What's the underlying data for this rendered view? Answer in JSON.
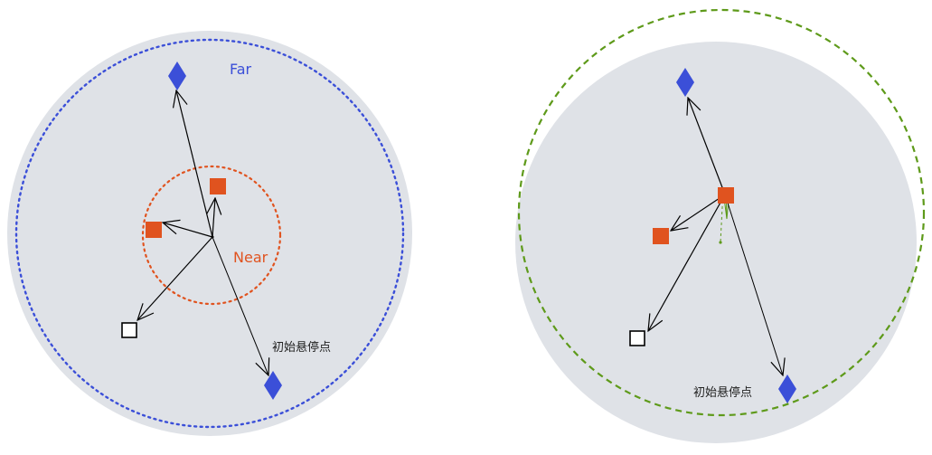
{
  "left_panel": {
    "far_label": "Far",
    "near_label": "Near",
    "start_label": "初始悬停点"
  },
  "right_panel": {
    "start_label": "初始悬停点"
  },
  "colors": {
    "background_disc": "#dfe2e7",
    "far_ring": "#3b4fd8",
    "near_ring": "#e0531f",
    "search_ring": "#5e9a1a",
    "orange_square": "#e0531f",
    "blue_diamond": "#3b4fd8",
    "arrow": "#000000"
  },
  "icons": {
    "target": "orange-square-icon",
    "far_target": "blue-diamond-icon",
    "empty": "hollow-square-icon"
  }
}
